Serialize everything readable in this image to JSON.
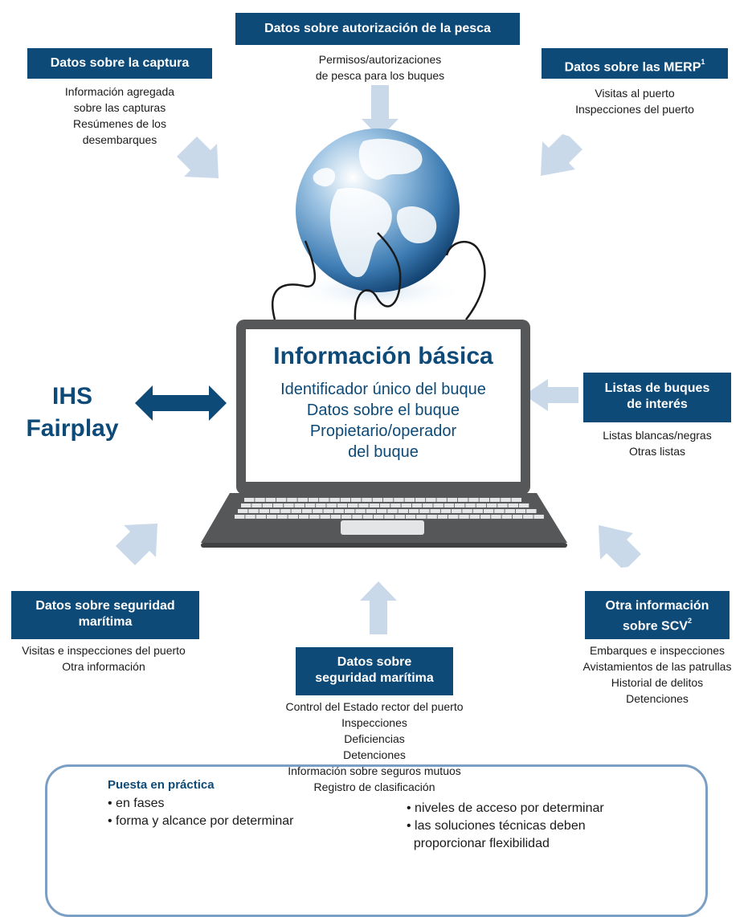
{
  "colors": {
    "header_bg": "#0d4a78",
    "arrow": "#c9d9ea",
    "dark_arrow": "#0d4a78",
    "laptop": "#555759",
    "border": "#7b9fc4"
  },
  "top_center": {
    "title": "Datos sobre autorización de la pesca",
    "items": [
      "Permisos/autorizaciones",
      "de pesca para los buques"
    ]
  },
  "top_left": {
    "title": "Datos sobre la captura",
    "items": [
      "Información agregada",
      "sobre las capturas",
      "Resúmenes de los",
      "desembarques"
    ]
  },
  "top_right": {
    "title": "Datos sobre las MERP",
    "title_sup": "1",
    "items": [
      "Visitas al puerto",
      "Inspecciones del puerto"
    ]
  },
  "laptop": {
    "title": "Información básica",
    "items": [
      "Identificador único del buque",
      "Datos sobre el buque",
      "Propietario/operador",
      "del buque"
    ]
  },
  "ihs": {
    "line1": "IHS",
    "line2": "Fairplay"
  },
  "mid_right": {
    "title_line1": "Listas de buques",
    "title_line2": "de interés",
    "items": [
      "Listas blancas/negras",
      "Otras listas"
    ]
  },
  "bottom_left": {
    "title_line1": "Datos sobre seguridad",
    "title_line2": "marítima",
    "items": [
      "Visitas e inspecciones del puerto",
      "Otra información"
    ]
  },
  "bottom_right": {
    "title_line1": "Otra información",
    "title_line2": "sobre SCV",
    "title_sup": "2",
    "items": [
      "Embarques e inspecciones",
      "Avistamientos de las patrullas",
      "Historial de delitos",
      "Detenciones"
    ]
  },
  "bottom_center": {
    "title_line1": "Datos sobre",
    "title_line2": "seguridad marítima",
    "items": [
      "Control del Estado rector del puerto",
      "Inspecciones",
      "Deficiencias",
      "Detenciones",
      "Información sobre seguros mutuos",
      "Registro de clasificación"
    ]
  },
  "implementation": {
    "title": "Puesta en práctica",
    "left_bullets": [
      "• en fases",
      "• forma y alcance por determinar"
    ],
    "right_bullets": [
      "• niveles de acceso por determinar",
      "• las soluciones técnicas deben",
      "  proporcionar flexibilidad"
    ]
  }
}
